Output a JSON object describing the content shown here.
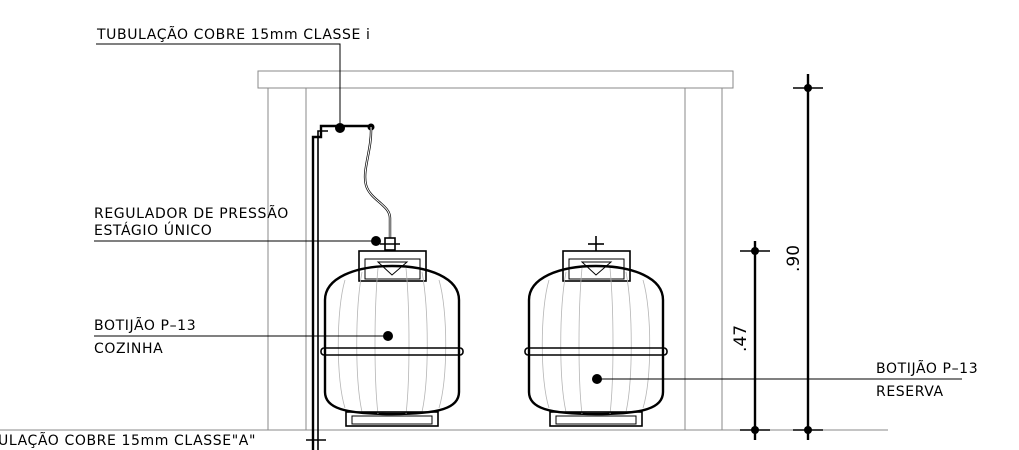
{
  "labels": {
    "top_pipe": "TUBULAÇÃO COBRE 15mm CLASSE i",
    "regulator_line1": "REGULADOR DE PRESSÃO",
    "regulator_line2": "ESTÁGIO ÚNICO",
    "cylinder_left_line1": "BOTIJÃO P–13",
    "cylinder_left_line2": "COZINHA",
    "cylinder_right_line1": "BOTIJÃO P–13",
    "cylinder_right_line2": "RESERVA",
    "bottom_pipe": "ULAÇÃO COBRE 15mm CLASSE\"A\""
  },
  "dimensions": {
    "short_height": ".47",
    "tall_height": ".90"
  }
}
